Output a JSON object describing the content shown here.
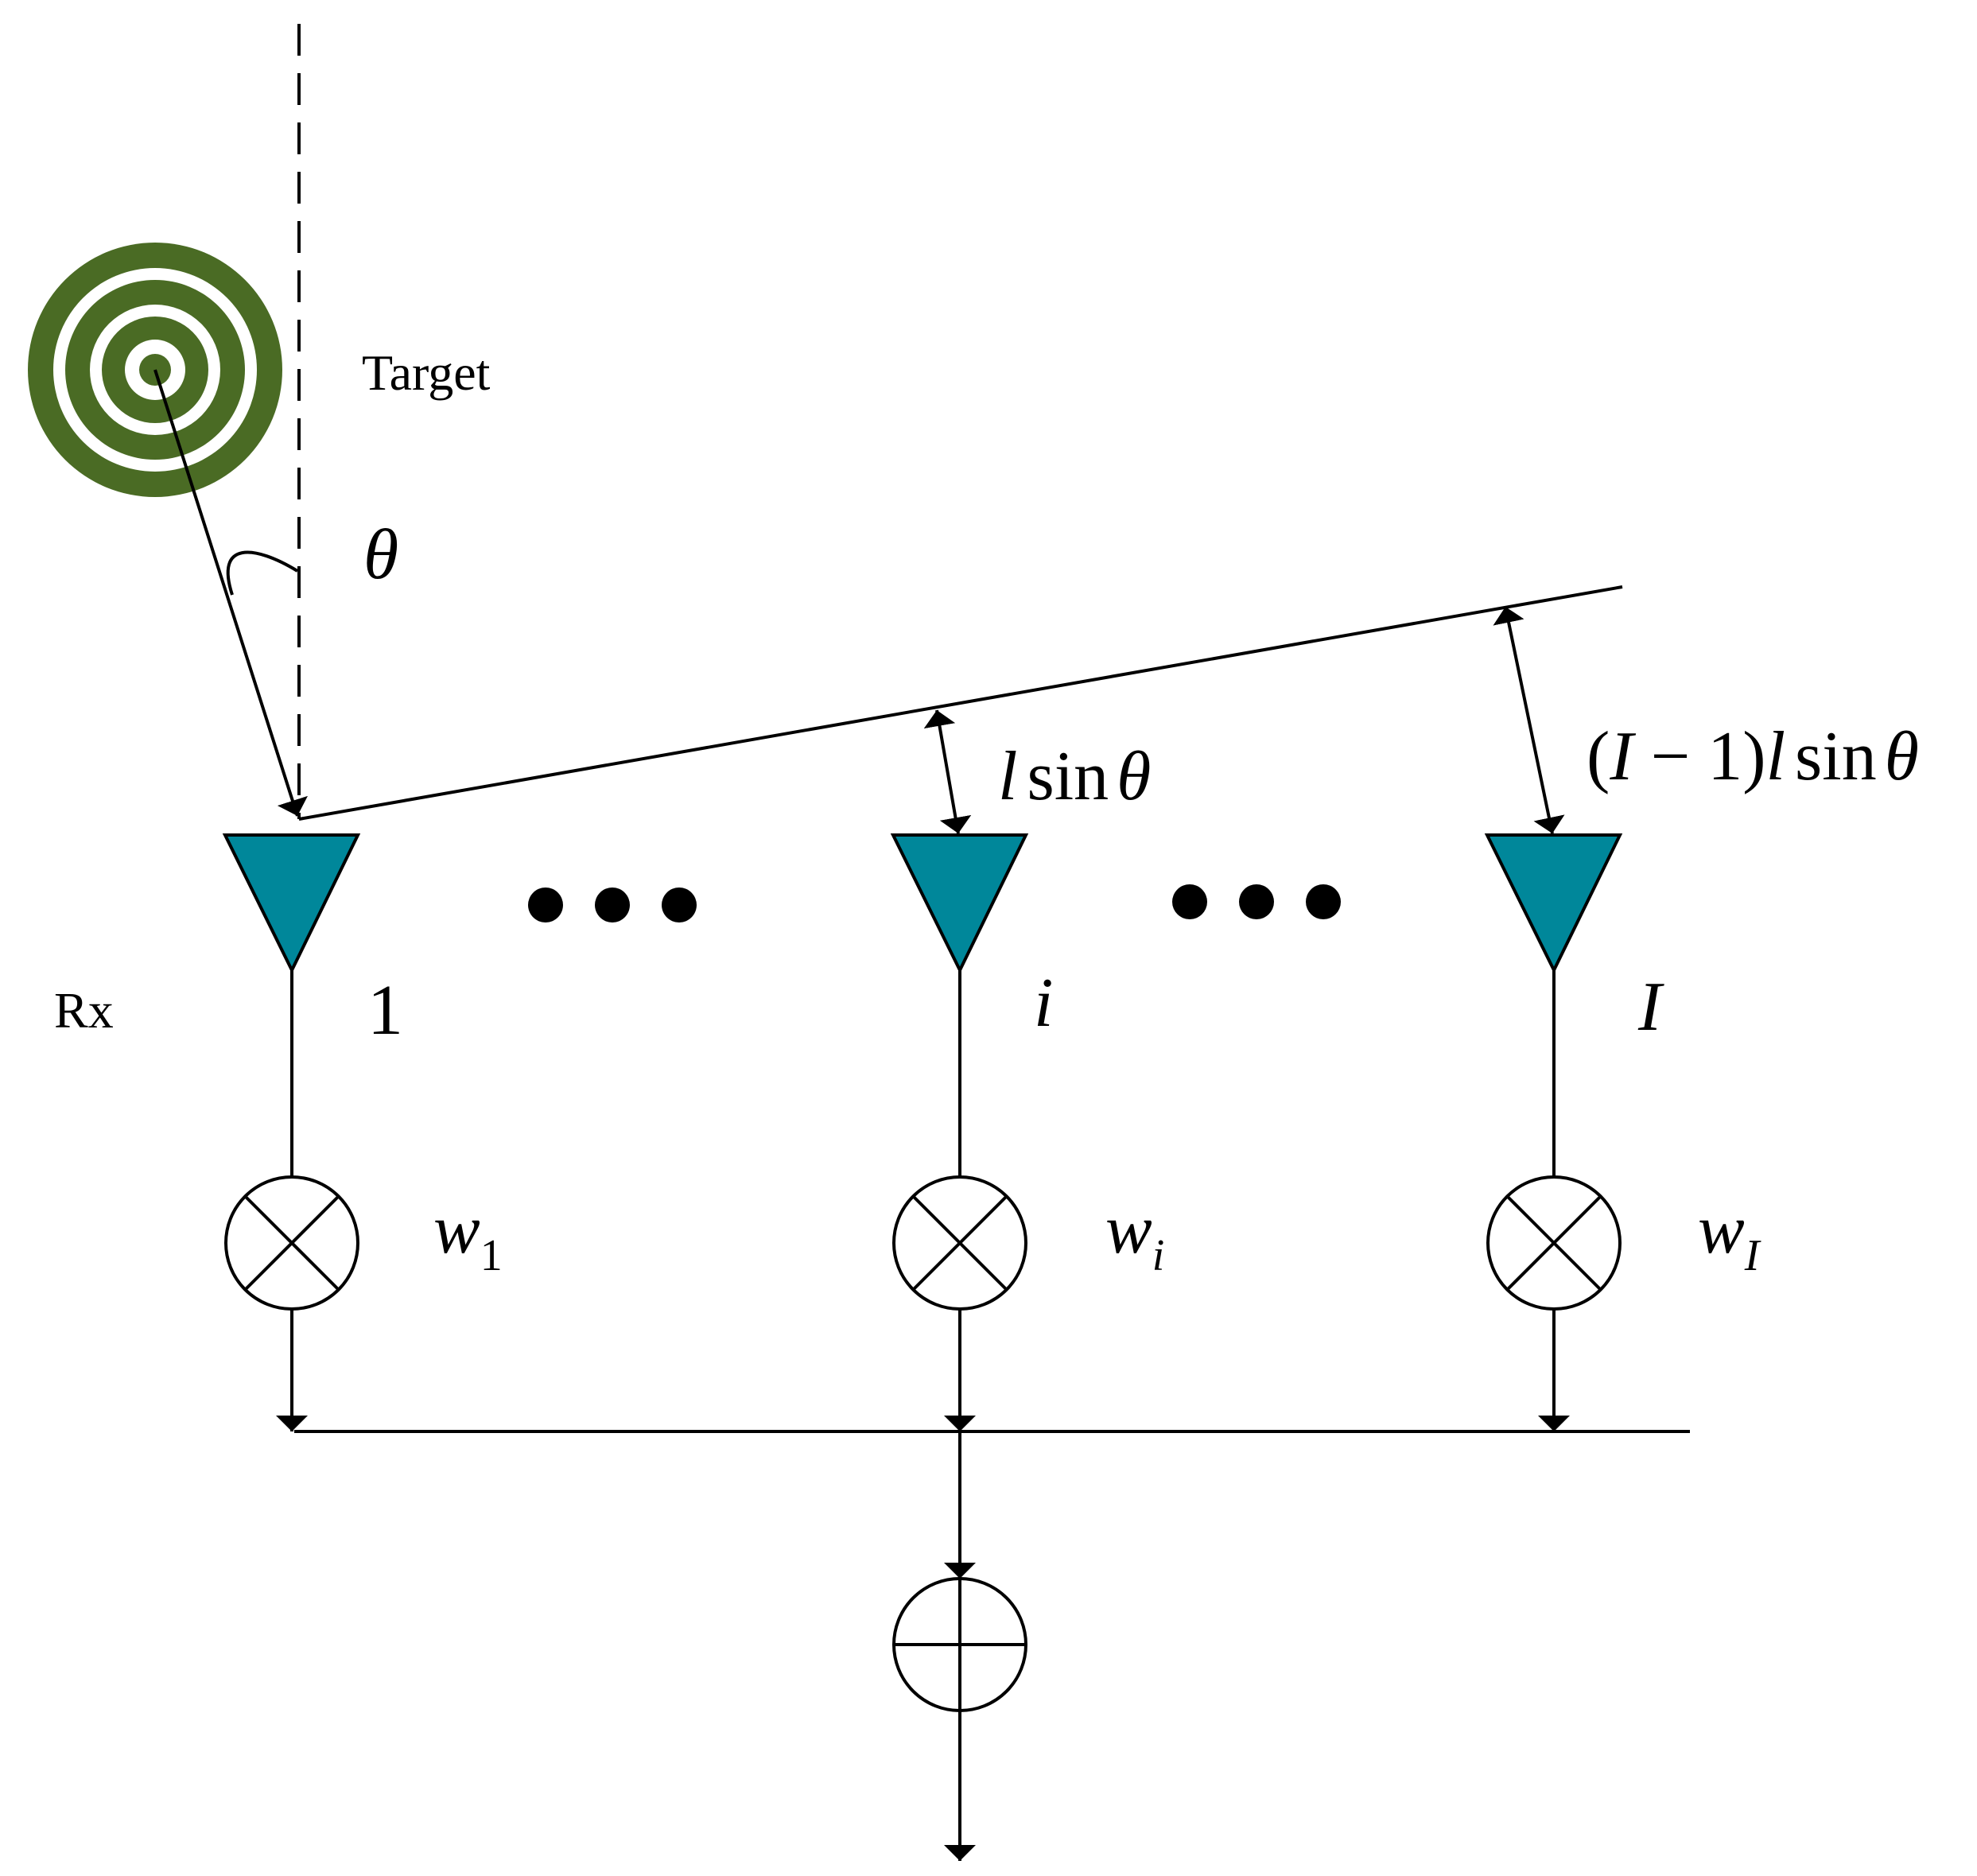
{
  "labels": {
    "target": "Target",
    "theta": "θ",
    "rx": "Rx",
    "spacing_l": "l",
    "spacing_sin": "sin",
    "spacing_theta": "θ",
    "far_open": "(",
    "far_I": "I",
    "far_minus_one": " − 1)",
    "far_l": "l",
    "far_sin": "sin",
    "far_theta": "θ",
    "ellipsis_left": "•••",
    "ellipsis_right": "•••"
  },
  "elements": [
    {
      "index": "1",
      "index_italic": false,
      "weight": "w",
      "weight_sub": "1"
    },
    {
      "index": "i",
      "index_italic": true,
      "weight": "w",
      "weight_sub": "i"
    },
    {
      "index": "I",
      "index_italic": true,
      "weight": "w",
      "weight_sub": "I"
    }
  ],
  "colors": {
    "antenna_fill": "#00879a",
    "target_green": "#4a6b24",
    "line": "#000000"
  },
  "icons": {
    "antenna": "triangle-antenna-icon",
    "multiplier": "multiplier-icon",
    "summer": "summer-icon",
    "target": "target-icon"
  }
}
